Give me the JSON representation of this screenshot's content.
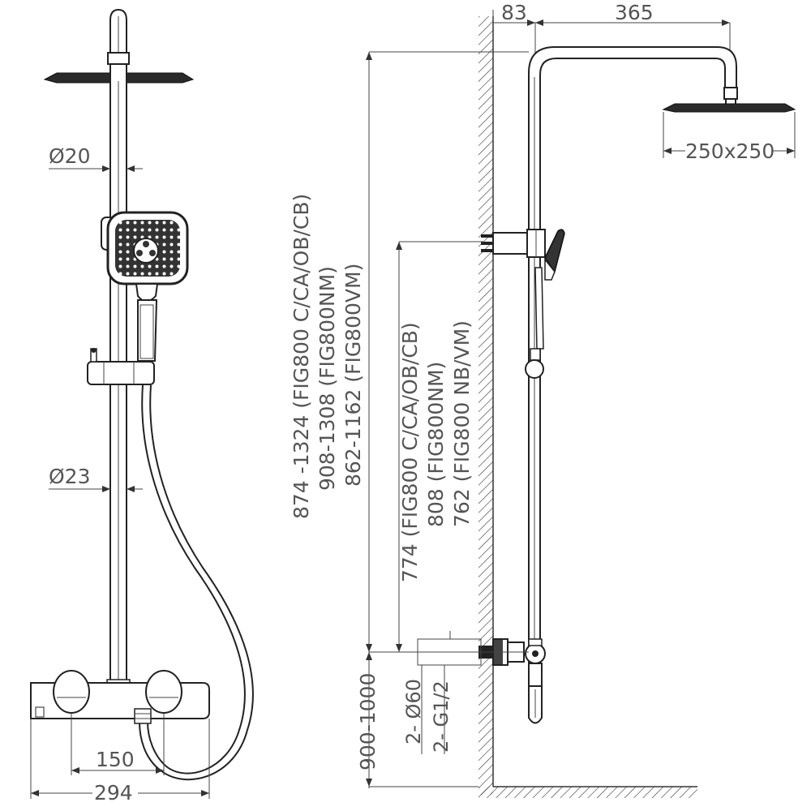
{
  "front_view": {
    "dims": {
      "top_pipe_diameter": "Ø20",
      "slide_bar_diameter": "Ø23",
      "center_spacing": "150",
      "mixer_width": "294"
    }
  },
  "side_view": {
    "dims": {
      "wall_offset": "83",
      "arm_length": "365",
      "head_size": "250x250",
      "total_height_1": "874 -1324 (FIG800 C/CA/OB/CB)",
      "total_height_2": "908-1308 (FIG800NM)",
      "total_height_3": "862-1162 (FIG800VM)",
      "bar_height_1": "774 (FIG800 C/CA/OB/CB)",
      "bar_height_2": "808 (FIG800NM)",
      "bar_height_3": "762 (FIG800 NB/VM)",
      "mount_height": "900-1000",
      "eccentric_diameter": "2- Ø60",
      "thread": "2- G1/2"
    }
  }
}
